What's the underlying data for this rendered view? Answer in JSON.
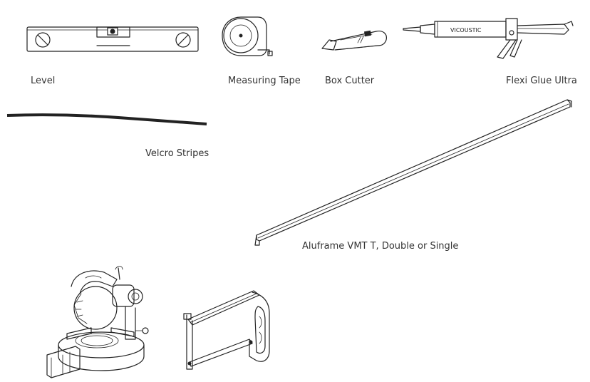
{
  "tools": {
    "level": {
      "label": "Level",
      "icon": "spirit-level-icon"
    },
    "measuring_tape": {
      "label": "Measuring Tape",
      "icon": "measuring-tape-icon"
    },
    "box_cutter": {
      "label": "Box Cutter",
      "icon": "box-cutter-icon"
    },
    "flexi_glue": {
      "label": "Flexi Glue Ultra",
      "icon": "caulking-gun-icon",
      "brand_on_cartridge": "VICOUSTIC"
    },
    "velcro": {
      "label": "Velcro Stripes",
      "icon": "velcro-strip-icon"
    },
    "aluframe": {
      "label": "Aluframe VMT T, Double or Single",
      "icon": "aluminium-profile-icon"
    },
    "miter_saw": {
      "icon": "miter-saw-icon"
    },
    "hacksaw": {
      "icon": "hacksaw-icon"
    }
  },
  "colors": {
    "line": "#222222",
    "text": "#333333",
    "brand_accent": "#c0392b",
    "background": "#ffffff"
  }
}
